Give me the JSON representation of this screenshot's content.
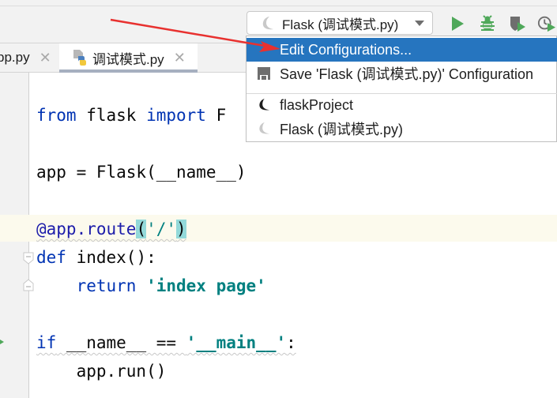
{
  "toolbar": {
    "run_config_label": "Flask (调试模式.py)",
    "buttons": [
      "run-icon",
      "debug-icon",
      "coverage-icon",
      "profile-icon"
    ]
  },
  "tabs": [
    {
      "label": "pp.py",
      "active": false
    },
    {
      "label": "调试模式.py",
      "active": true
    }
  ],
  "dropdown": {
    "items": [
      {
        "label": "Edit Configurations...",
        "selected": true,
        "icon": null
      },
      {
        "label": "Save 'Flask (调试模式.py)' Configuration",
        "selected": false,
        "icon": "save-icon"
      },
      {
        "label": "flaskProject",
        "selected": false,
        "icon": "flask-icon"
      },
      {
        "label": "Flask (调试模式.py)",
        "selected": false,
        "icon": "flask-icon-faded"
      }
    ]
  },
  "code": {
    "line1": {
      "kw1": "from",
      "mod": " flask ",
      "kw2": "import",
      "rest": " F"
    },
    "line2": "app = Flask(__name__)",
    "line3": {
      "deco": "@app.route",
      "open": "(",
      "str": "'/'",
      "close": ")"
    },
    "line4": {
      "kw": "def",
      "rest": " index():"
    },
    "line5": {
      "indent": "    ",
      "kw": "return",
      "sp": " ",
      "str": "'index page'"
    },
    "line6": {
      "kw": "if",
      "mid": " __name__ == ",
      "str": "'__main__'",
      "end": ":"
    },
    "line7": "    app.run()"
  },
  "colors": {
    "accent": "#2675bf",
    "keyword": "#0033b3",
    "string": "#008080",
    "run_green": "#4fa85a",
    "annotation_arrow": "#e8312f"
  }
}
